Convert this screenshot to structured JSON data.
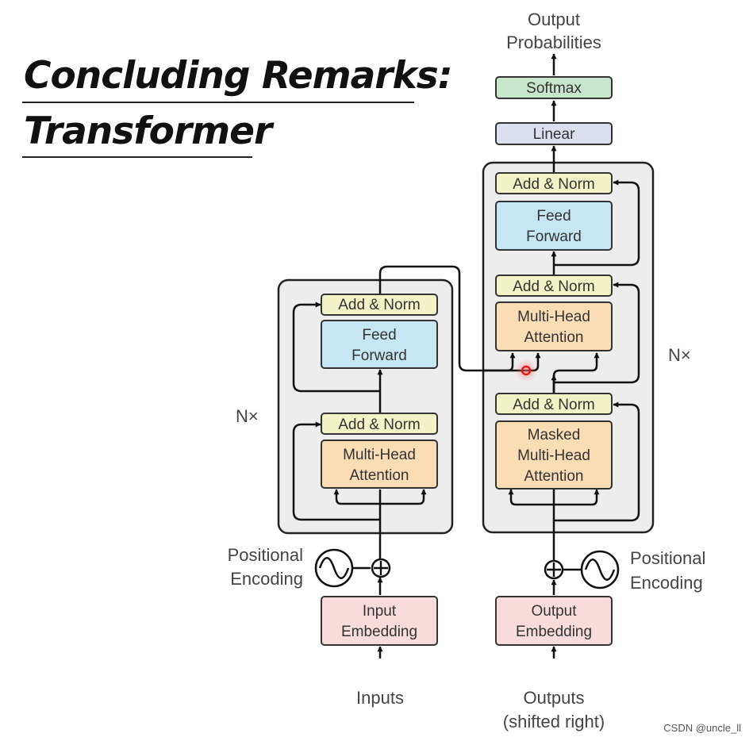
{
  "title": {
    "line1": "Concluding Remarks:",
    "line2": "Transformer"
  },
  "encoder": {
    "add_norm_top": "Add & Norm",
    "feed_forward": [
      "Feed",
      "Forward"
    ],
    "add_norm_bottom": "Add & Norm",
    "attention": [
      "Multi-Head",
      "Attention"
    ],
    "repeat": "N×"
  },
  "decoder": {
    "add_norm_top": "Add & Norm",
    "feed_forward": [
      "Feed",
      "Forward"
    ],
    "add_norm_mid": "Add & Norm",
    "cross_attention": [
      "Multi-Head",
      "Attention"
    ],
    "add_norm_bottom": "Add & Norm",
    "masked_attention": [
      "Masked",
      "Multi-Head",
      "Attention"
    ],
    "repeat": "N×"
  },
  "head": {
    "linear": "Linear",
    "softmax": "Softmax",
    "output_label": [
      "Output",
      "Probabilities"
    ]
  },
  "inputs": {
    "embedding": [
      "Input",
      "Embedding"
    ],
    "positional": [
      "Positional",
      "Encoding"
    ],
    "label": "Inputs"
  },
  "outputs": {
    "embedding": [
      "Output",
      "Embedding"
    ],
    "positional": [
      "Positional",
      "Encoding"
    ],
    "label": [
      "Outputs",
      "(shifted right)"
    ]
  },
  "watermark": "CSDN @uncle_ll",
  "colors": {
    "add_norm": "#f1f3c6",
    "feed_forward": "#c7e6f3",
    "attention": "#fadcb5",
    "embedding": "#f8dcdc",
    "linear": "#dcdff0",
    "softmax": "#c8e6cb",
    "stack_bg": "#ededed",
    "pointer": "#e41a1a"
  }
}
